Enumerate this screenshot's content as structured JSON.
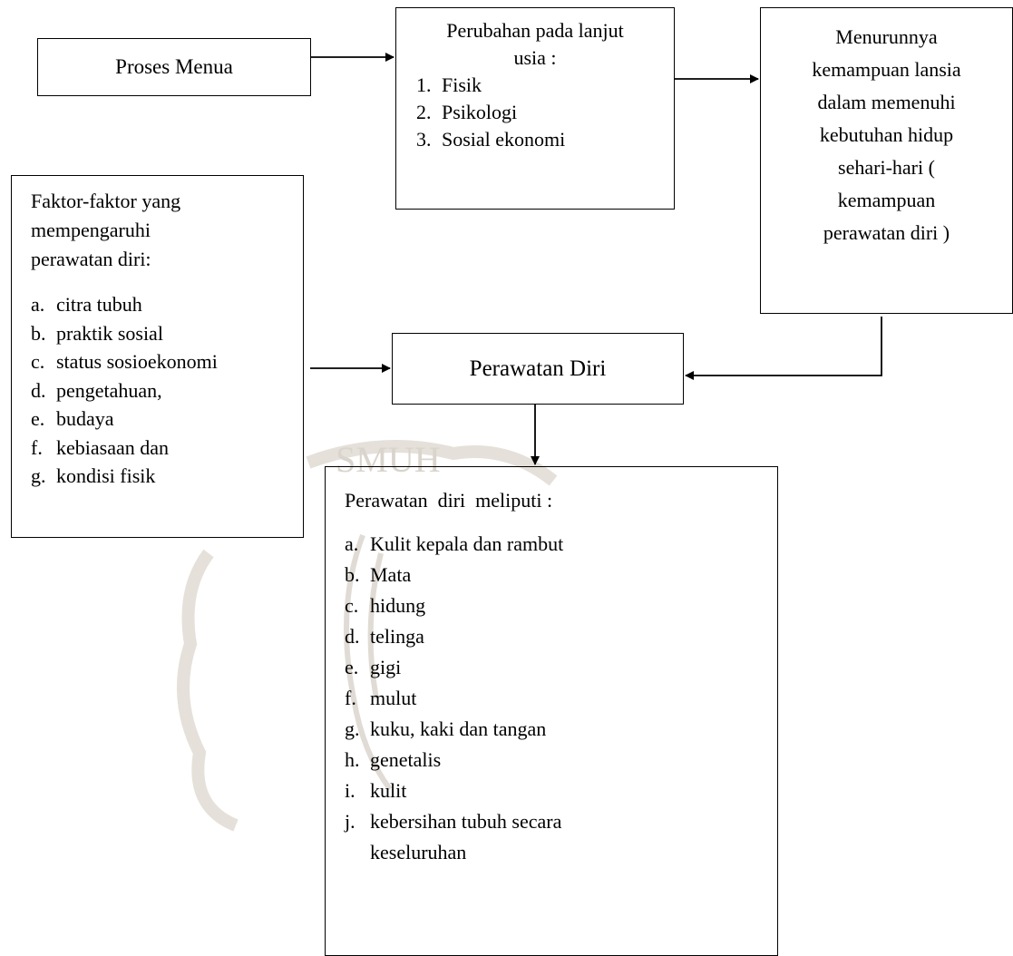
{
  "proses_menua": "Proses Menua",
  "perubahan": {
    "title_line1": "Perubahan pada lanjut",
    "title_line2": "usia :",
    "items": [
      {
        "marker": "1.",
        "text": "Fisik"
      },
      {
        "marker": "2.",
        "text": "Psikologi"
      },
      {
        "marker": "3.",
        "text": "Sosial ekonomi"
      }
    ]
  },
  "menurunnya": {
    "lines": [
      "Menurunnya",
      "kemampuan lansia",
      "dalam memenuhi",
      "kebutuhan hidup",
      "sehari-hari (",
      "kemampuan",
      "perawatan diri )"
    ]
  },
  "faktor": {
    "head_lines": [
      "Faktor-faktor yang",
      "mempengaruhi",
      "perawatan diri:"
    ],
    "items": [
      {
        "marker": "a.",
        "text": "citra tubuh"
      },
      {
        "marker": "b.",
        "text": "praktik sosial"
      },
      {
        "marker": "c.",
        "text": "status sosioekonomi"
      },
      {
        "marker": "d.",
        "text": "pengetahuan,"
      },
      {
        "marker": "e.",
        "text": "budaya"
      },
      {
        "marker": "f.",
        "text": "kebiasaan dan"
      },
      {
        "marker": "g.",
        "text": "kondisi fisik"
      }
    ]
  },
  "perawatan_diri": "Perawatan Diri",
  "meliputi": {
    "head": "Perawatan  diri  meliputi :",
    "items": [
      {
        "marker": "a.",
        "text": "Kulit kepala dan rambut"
      },
      {
        "marker": "b.",
        "text": "Mata"
      },
      {
        "marker": "c.",
        "text": "hidung"
      },
      {
        "marker": "d.",
        "text": "telinga"
      },
      {
        "marker": "e.",
        "text": "gigi"
      },
      {
        "marker": "f.",
        "text": "mulut"
      },
      {
        "marker": "g.",
        "text": "kuku, kaki dan tangan"
      },
      {
        "marker": "h.",
        "text": "genetalis"
      },
      {
        "marker": "i.",
        "text": "kulit"
      },
      {
        "marker": "j.",
        "text": "kebersihan tubuh secara"
      },
      {
        "marker": "",
        "text": "keseluruhan"
      }
    ]
  },
  "watermark_text": "SMUH",
  "colors": {
    "line": "#000000",
    "watermark": "#d9d4cc"
  }
}
